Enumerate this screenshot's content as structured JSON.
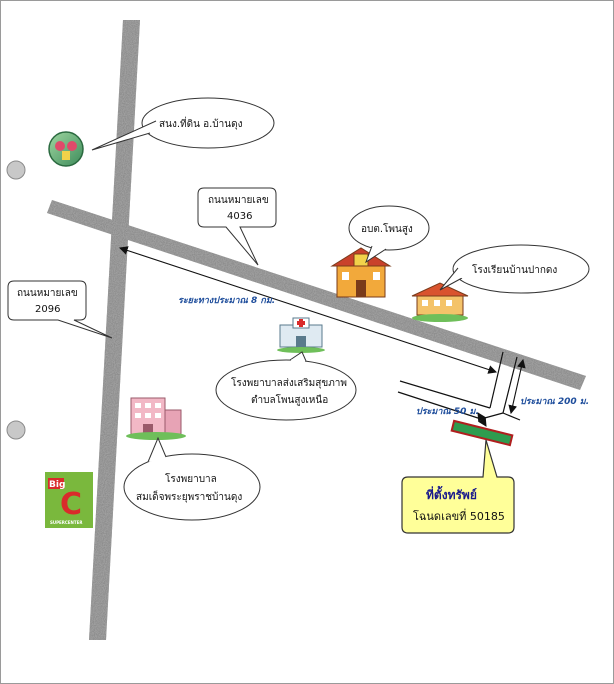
{
  "landmarks": {
    "land_office": "สนง.ที่ดิน อ.บ้านดุง",
    "sao_phon_sung": "อบต.โพนสูง",
    "school_ban_pak_dong": "โรงเรียนบ้านปากดง",
    "health_center_line1": "โรงพยาบาลส่งเสริมสุขภาพ",
    "health_center_line2": "ตำบลโพนสูงเหนือ",
    "hospital_line1": "โรงพยาบาล",
    "hospital_line2": "สมเด็จพระยุพราชบ้านดุง"
  },
  "roads": {
    "road_4036_label": "ถนนหมายเลข",
    "road_4036_number": "4036",
    "road_2096_label": "ถนนหมายเลข",
    "road_2096_number": "2096"
  },
  "distances": {
    "main_road": "ระยะทางประมาณ 8 กม.",
    "side_road": "ประมาณ 200 ม.",
    "to_property": "ประมาณ 50 ม."
  },
  "property": {
    "title": "ที่ตั้งทรัพย์",
    "deed": "โฉนดเลขที่ 50185"
  },
  "logo": {
    "big": "Big",
    "c": "C",
    "sub": "SUPERCENTER"
  },
  "colors": {
    "road": "#8e8e8e",
    "property_fill": "#2e9c4f",
    "callout_fill": "#ffff99",
    "distance_text": "#1f4e9c",
    "bigc_green": "#7ab83d",
    "bigc_red": "#d92b2b"
  }
}
